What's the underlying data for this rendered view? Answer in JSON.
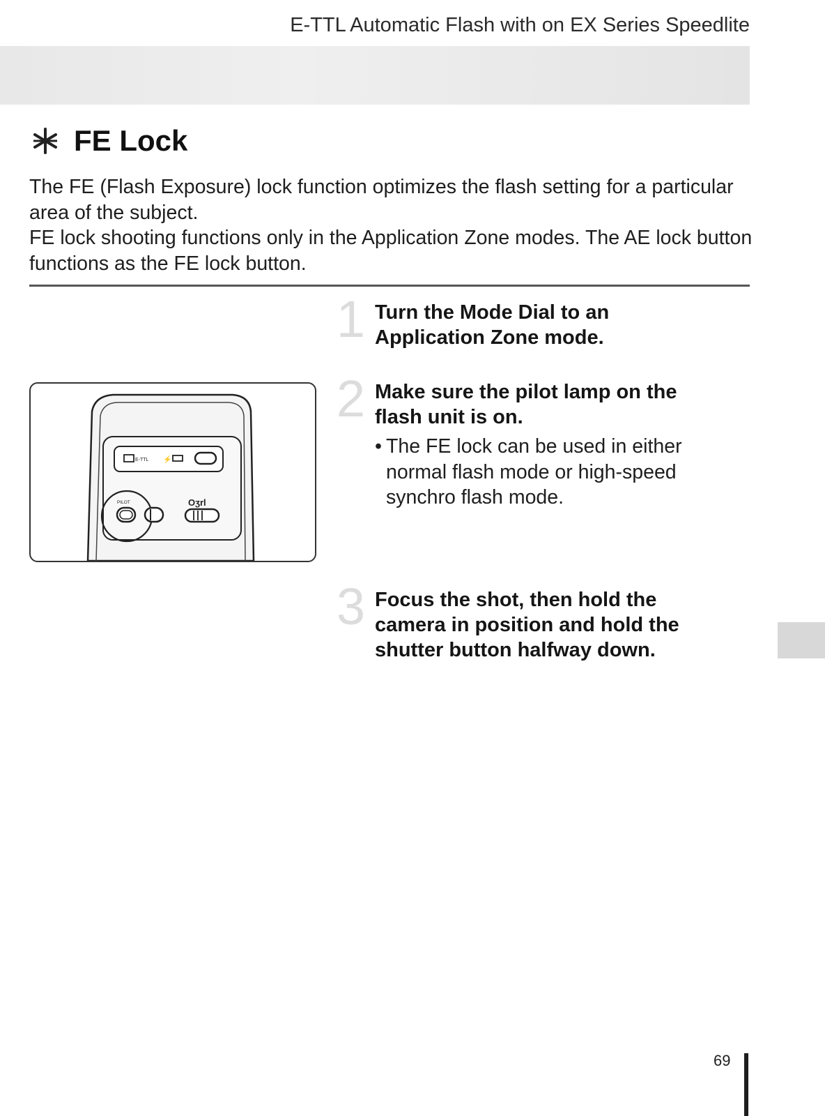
{
  "header": {
    "running_title": "E-TTL Automatic Flash with on EX Series Speedlite"
  },
  "section": {
    "icon": "flash-star-icon",
    "title": "FE Lock"
  },
  "intro": {
    "paragraph_1": "The FE (Flash Exposure) lock function optimizes the flash setting for a particular area of the subject.",
    "paragraph_2": "FE lock shooting functions only in the Application Zone modes. The AE lock button functions as the FE lock button."
  },
  "figure": {
    "description_icon": "speedlite-back-panel-illustration",
    "labels": {
      "ettl": "E-TTL",
      "pilot": "PILOT"
    }
  },
  "steps": [
    {
      "number": "1",
      "heading": "Turn the Mode Dial to an Application Zone mode."
    },
    {
      "number": "2",
      "heading": "Make sure the pilot lamp on the flash unit is on.",
      "bullet": "The FE lock can be used in either normal flash mode or high-speed synchro flash mode."
    },
    {
      "number": "3",
      "heading": "Focus the shot, then hold the camera in position and hold the shutter button halfway down."
    }
  ],
  "footer": {
    "page_number": "69"
  },
  "colors": {
    "text": "#1c1c1c",
    "band": "#e8e8e8",
    "step_number": "#dcdcdc",
    "side_tab": "#d8d8d8"
  }
}
